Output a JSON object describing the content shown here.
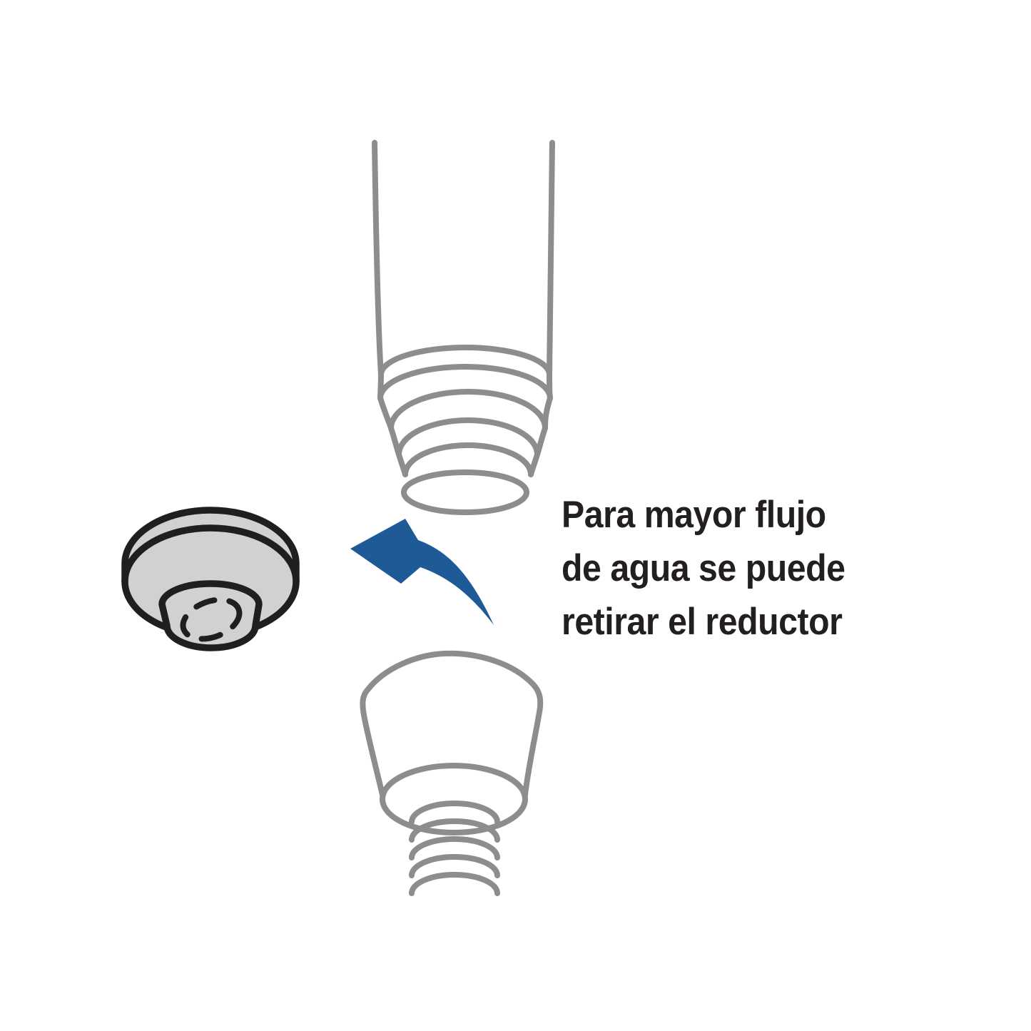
{
  "caption": {
    "line1": "Para mayor flujo",
    "line2": "de agua se puede",
    "line3": "retirar el reductor"
  },
  "icons": {
    "arrow": "curved-arrow-left-icon",
    "handle": "shower-handle-outlet-drawing",
    "reducer": "flow-reducer-drawing",
    "hose": "hose-connector-drawing"
  },
  "colors": {
    "accent_blue": "#1d5a96",
    "line_gray": "#8d8d8d",
    "outline_dark": "#211e1f",
    "reducer_fill": "#d1d1cf",
    "text_dark": "#231f20",
    "background": "#ffffff"
  }
}
